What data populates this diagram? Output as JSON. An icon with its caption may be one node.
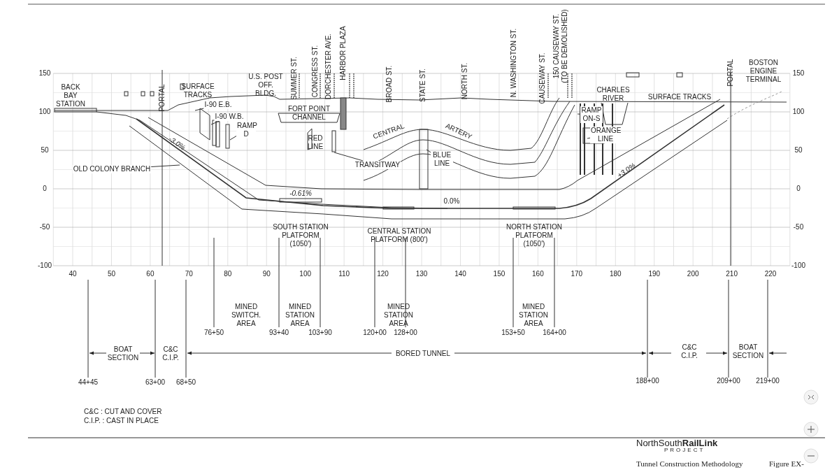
{
  "diagram": {
    "nodes": [
      {
        "text": [
          "OLD COLONY BRANCH"
        ]
      },
      {
        "text": [
          "I-90 E.B."
        ]
      },
      {
        "text": [
          "I-90 W.B."
        ]
      },
      {
        "text": [
          "RAMP D"
        ]
      },
      {
        "text": [
          "TRANSITWAY"
        ]
      },
      {
        "text": [
          "BLUE LINE"
        ]
      },
      {
        "text": [
          "RAMP ON-S"
        ]
      },
      {
        "text": [
          "ORANGE LINE"
        ]
      }
    ],
    "edges": [
      {
        "from": 0,
        "to": null,
        "arrow": "none"
      },
      {
        "from": 1,
        "to": null,
        "arrow": "none"
      },
      {
        "from": 2,
        "to": null,
        "arrow": "none"
      },
      {
        "from": 3,
        "to": null,
        "arrow": "none"
      },
      {
        "from": 4,
        "to": null,
        "arrow": "none"
      },
      {
        "from": 5,
        "to": null,
        "arrow": "none"
      },
      {
        "from": 6,
        "to": null,
        "arrow": "none"
      },
      {
        "from": 7,
        "to": null,
        "arrow": "none"
      }
    ],
    "labels": [
      "SUMMER ST.",
      "CONGRESS ST.",
      "DORCHESTER AVE.",
      "HARBOR PLAZA",
      "BROAD ST.",
      "STATE ST.",
      "NORTH ST.",
      "N. WASHINGTON ST.",
      "CAUSEWAY ST.",
      "150 CAUSEWAY ST. (TO BE DEMOLISHED)",
      "BOSTON ENGINE TERMINAL",
      "BACK BAY STATION",
      "PORTAL",
      "SURFACE TRACKS",
      "U.S. POST OFF. BLDG.",
      "FORT POINT CHANNEL",
      "RED LINE",
      "CENTRAL",
      "ARTERY",
      "CHARLES RIVER",
      "SURFACE TRACKS",
      "PORTAL",
      "-3.0%",
      "-0.61%",
      "0.0%",
      "+3.0%",
      "SOUTH STATION PLATFORM (1050')",
      "CENTRAL STATION PLATFORM (800')",
      "NORTH STATION PLATFORM (1050')",
      "150",
      "100",
      "50",
      "0",
      "-50",
      "-100",
      "150",
      "100",
      "50",
      "0",
      "-50",
      "-100",
      "40",
      "50",
      "60",
      "70",
      "80",
      "90",
      "100",
      "110",
      "120",
      "130",
      "140",
      "150",
      "160",
      "170",
      "180",
      "190",
      "200",
      "210",
      "220",
      "MINED SWITCH. AREA",
      "MINED STATION AREA",
      "MINED STATION AREA",
      "MINED STATION AREA",
      "76+50",
      "93+40",
      "103+90",
      "120+00",
      "128+00",
      "153+50",
      "164+00",
      "BOAT SECTION",
      "C&C C.I.P.",
      "BORED TUNNEL",
      "C&C C.I.P.",
      "BOAT SECTION",
      "44+45",
      "63+00",
      "68+50",
      "188+00",
      "209+00",
      "219+00",
      "C&C : CUT AND COVER",
      "C.I.P. : CAST IN PLACE",
      "NorthSouth**RailLink**",
      "PROJECT",
      "Tunnel Construction Methodology",
      "Figure EX-"
    ]
  }
}
